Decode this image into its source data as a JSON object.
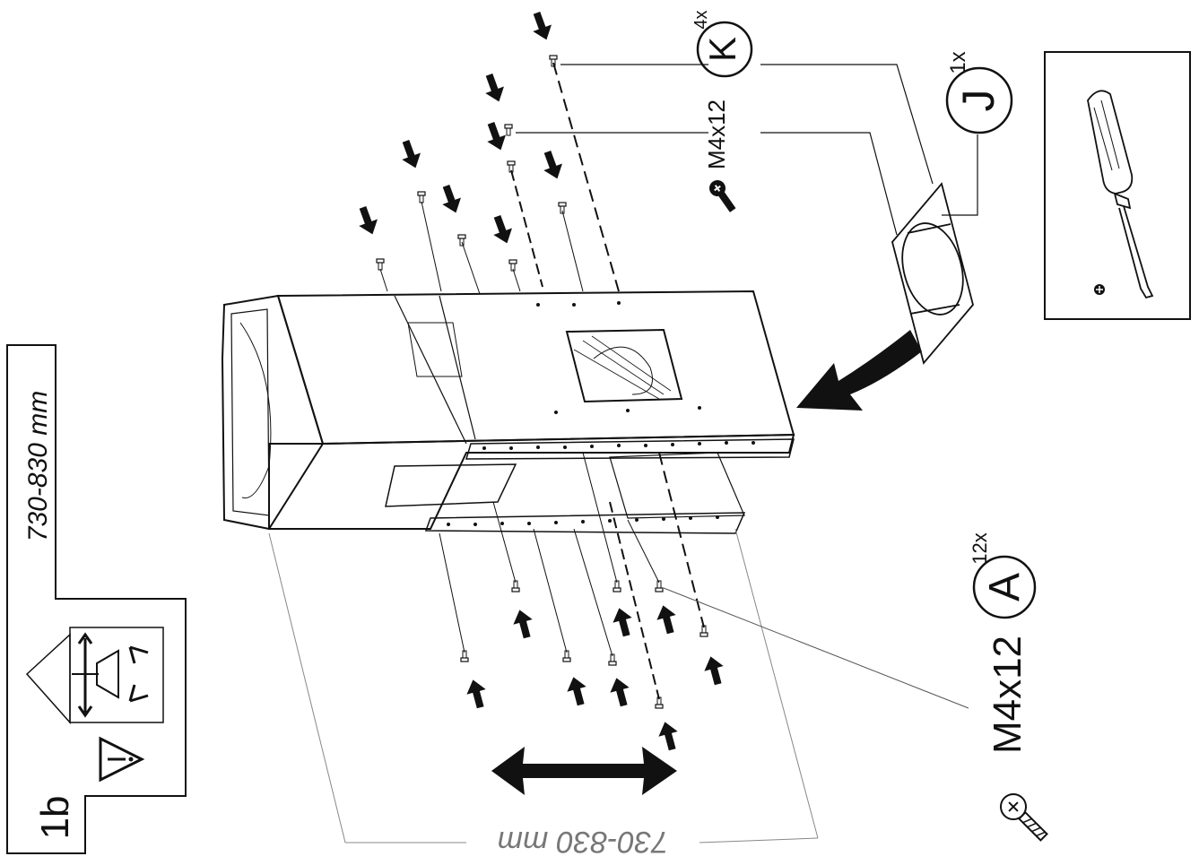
{
  "step": {
    "number": "1b"
  },
  "dimensions": {
    "height_range": "730-830 mm",
    "width_range_mirrored": "730-830 mm"
  },
  "parts": [
    {
      "letter": "K",
      "quantity": "4x",
      "spec": "M4x12",
      "icon": "screw-icon"
    },
    {
      "letter": "J",
      "quantity": "1x",
      "spec": "",
      "icon": "flange-part"
    },
    {
      "letter": "A",
      "quantity": "12x",
      "spec": "M4x12",
      "icon": "screw-icon"
    }
  ],
  "tools": [
    {
      "icon": "phillips-screwdriver-icon"
    }
  ],
  "warnings": [
    {
      "icon": "warning-triangle-icon"
    },
    {
      "icon": "two-person-lift-icon"
    }
  ],
  "colors": {
    "line": "#111111",
    "faint": "#888888",
    "background": "#ffffff"
  }
}
